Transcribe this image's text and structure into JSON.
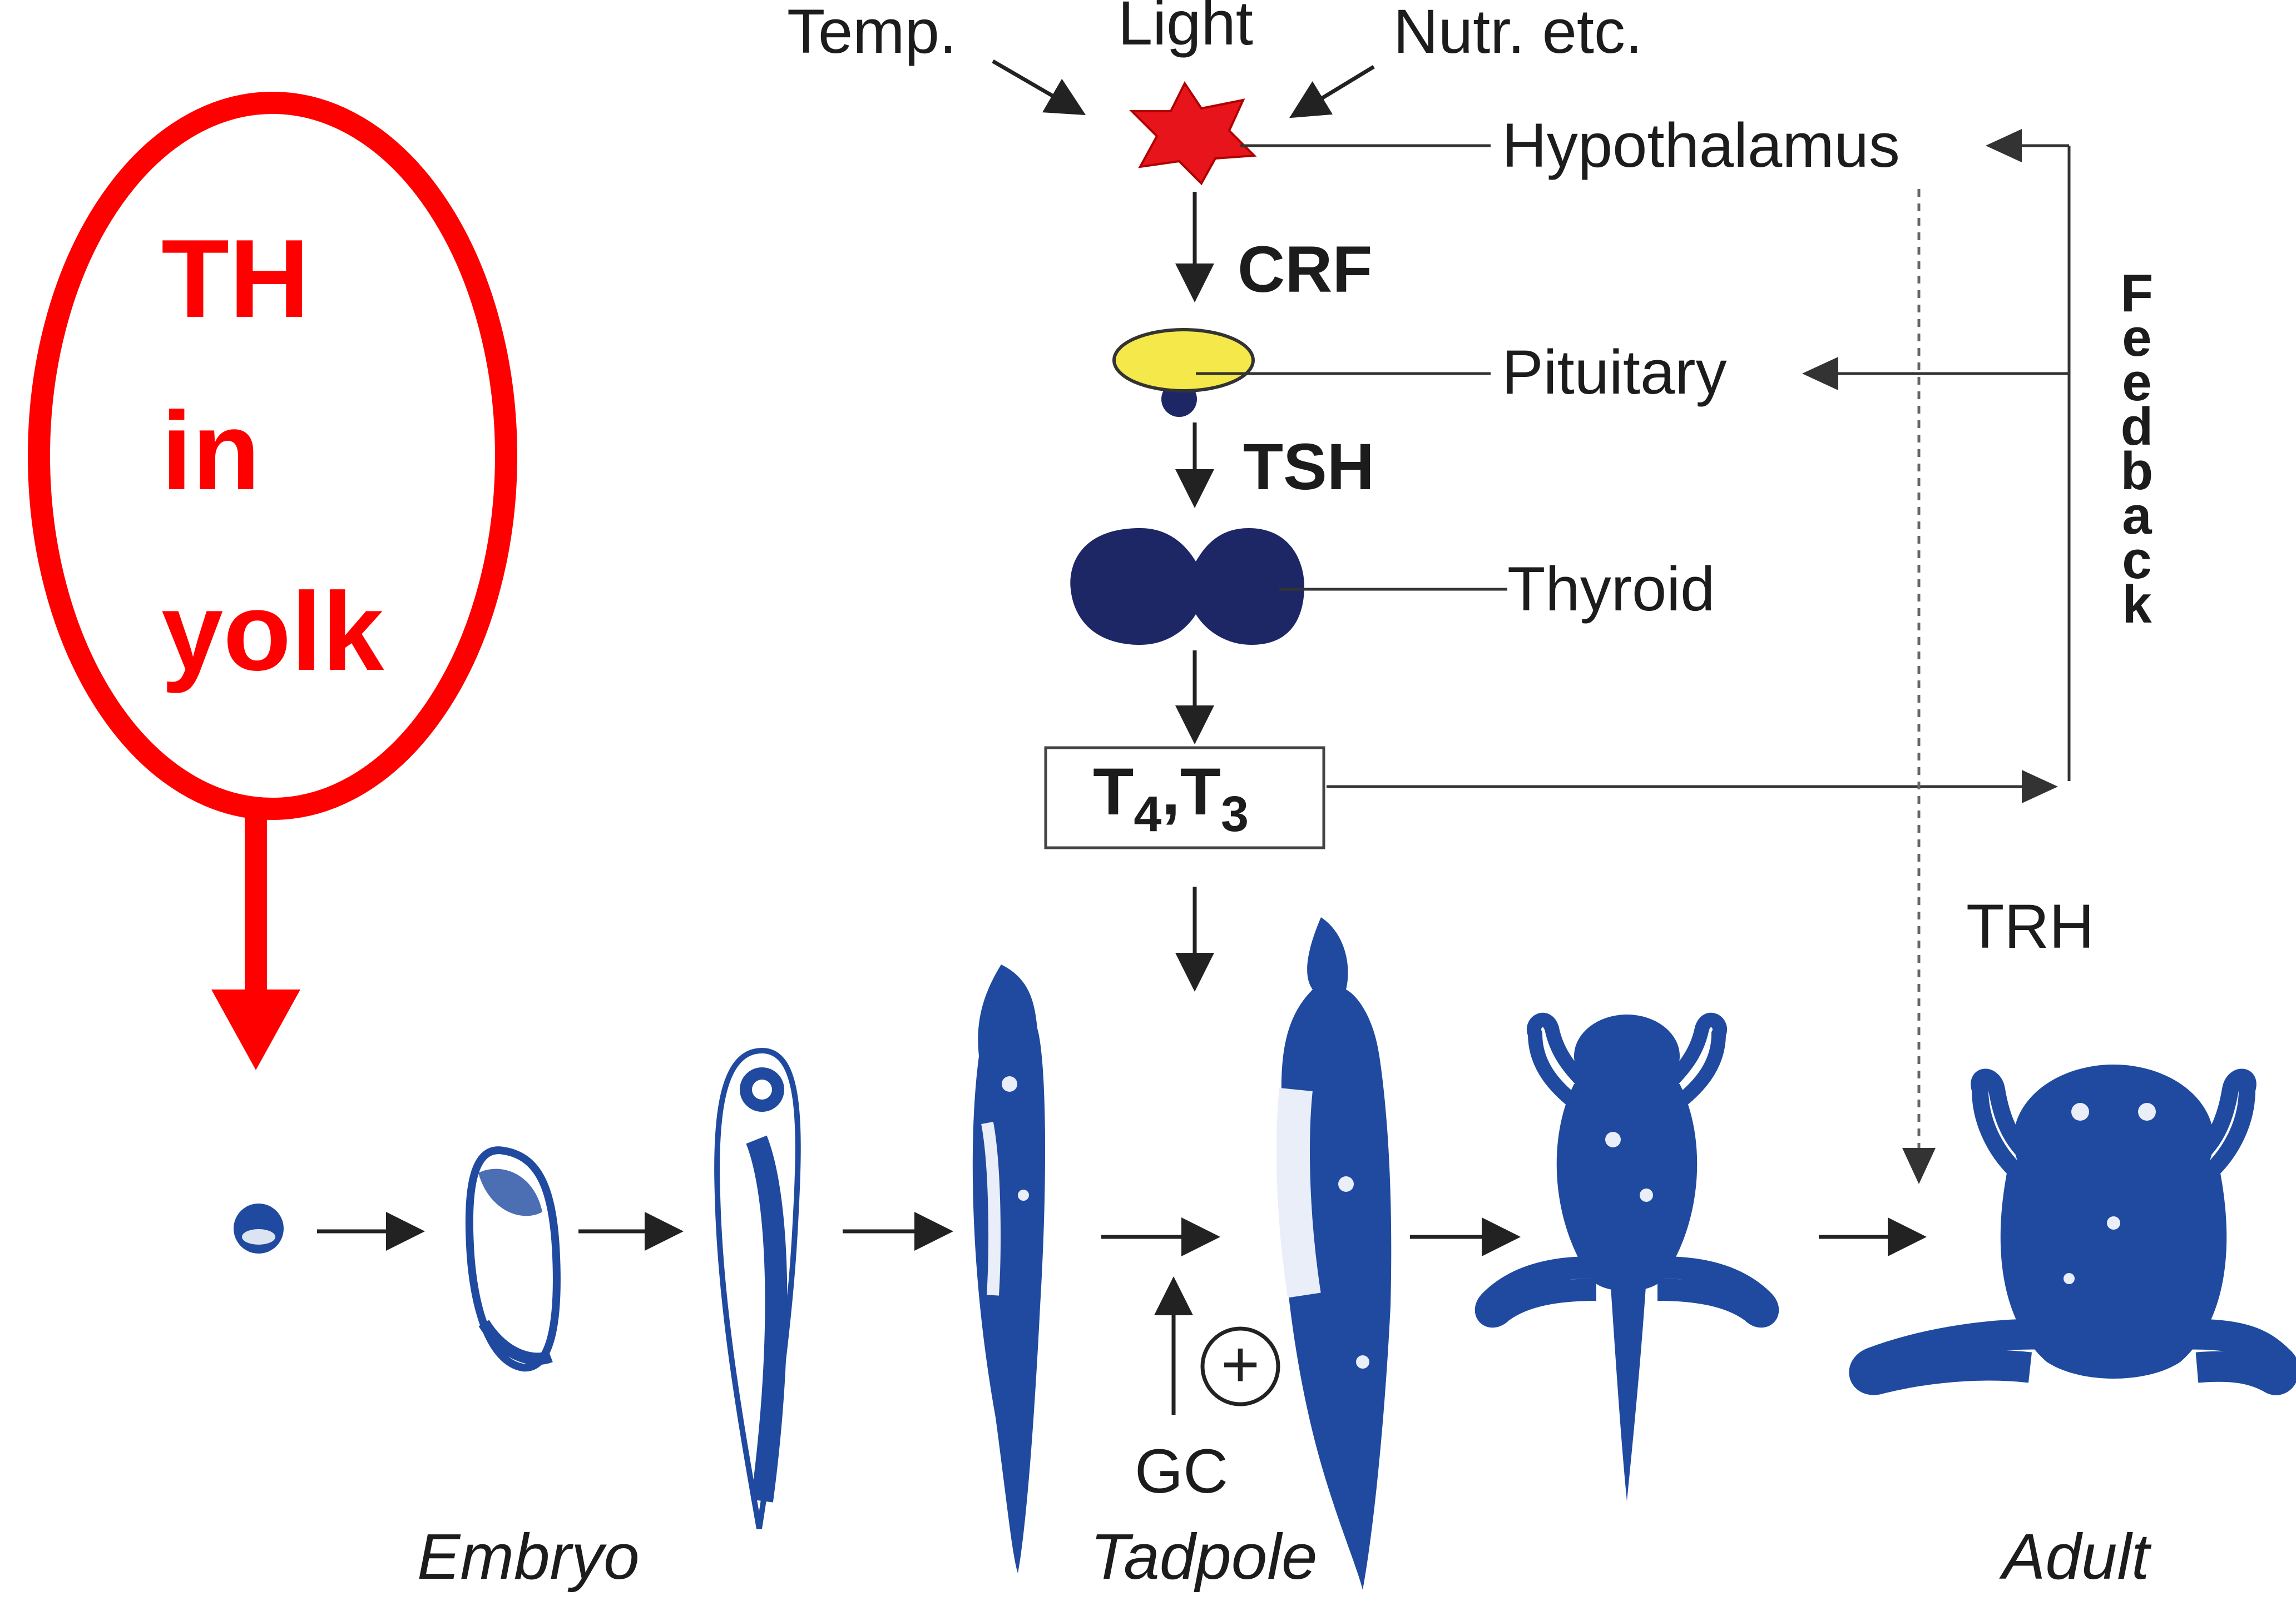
{
  "inputs": {
    "temp": "Temp.",
    "light": "Light",
    "nutr": "Nutr. etc."
  },
  "organs": {
    "hypothalamus": "Hypothalamus",
    "pituitary": "Pituitary",
    "thyroid": "Thyroid"
  },
  "hormones": {
    "crf": "CRF",
    "tsh": "TSH",
    "t4": "T",
    "t4_sub": "4",
    "sep": ",T",
    "t3_sub": "3",
    "trh": "TRH",
    "gc": "GC",
    "plus": "+"
  },
  "feedback": [
    "F",
    "e",
    "e",
    "d",
    "b",
    "a",
    "c",
    "k"
  ],
  "annotation": {
    "line1": "TH",
    "line2": "in",
    "line3": "yolk",
    "color": "#ff0000"
  },
  "stages": {
    "embryo": "Embryo",
    "tadpole": "Tadpole",
    "adult": "Adult"
  },
  "colors": {
    "hypothalamus": "#e8141c",
    "pituitary": "#f4e84a",
    "thyroid": "#1d2766",
    "specimen": "#1f4aa0"
  }
}
